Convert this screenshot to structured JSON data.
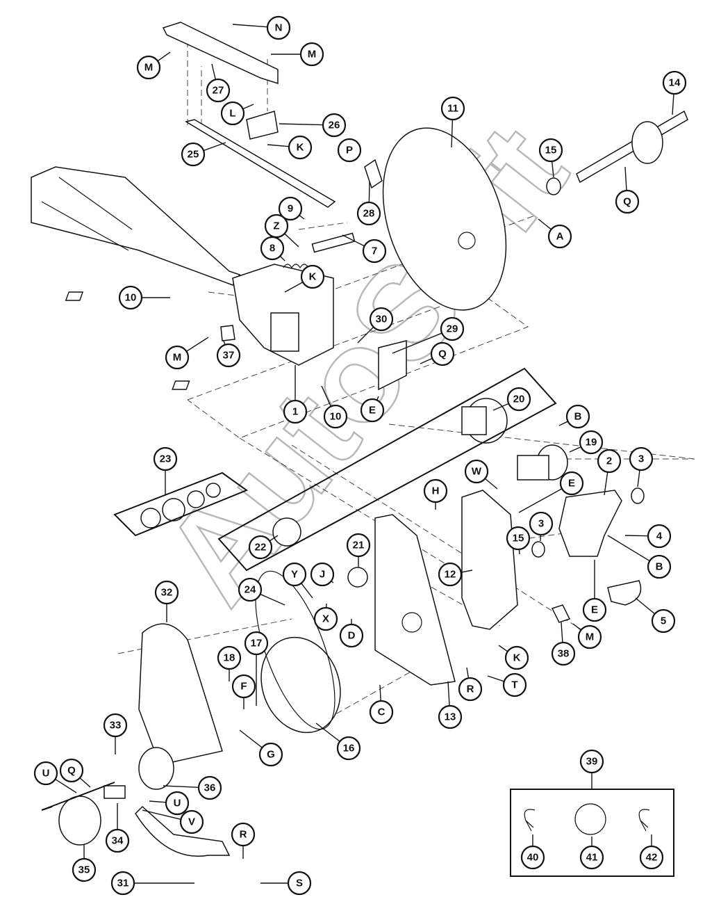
{
  "watermark": "AutoSoft",
  "colors": {
    "ink": "#111111",
    "paper": "#ffffff",
    "watermark": "#b8b8b8"
  },
  "callouts": {
    "N": "N",
    "M1": "M",
    "M2": "M",
    "M3": "M",
    "M4": "M",
    "L": "L",
    "K1": "K",
    "K2": "K",
    "K3": "K",
    "P": "P",
    "Q1": "Q",
    "Q2": "Q",
    "Q3": "Q",
    "A": "A",
    "B1": "B",
    "B2": "B",
    "C": "C",
    "D": "D",
    "E1": "E",
    "E2": "E",
    "E3": "E",
    "F": "F",
    "G": "G",
    "H": "H",
    "J": "J",
    "R1": "R",
    "R2": "R",
    "S": "S",
    "T": "T",
    "U1": "U",
    "U2": "U",
    "V": "V",
    "W": "W",
    "X": "X",
    "Y": "Y",
    "Z": "Z",
    "n1": "1",
    "n2": "2",
    "n3a": "3",
    "n3b": "3",
    "n4": "4",
    "n5": "5",
    "n7": "7",
    "n8": "8",
    "n9": "9",
    "n10a": "10",
    "n10b": "10",
    "n11": "11",
    "n12": "12",
    "n13": "13",
    "n14": "14",
    "n15a": "15",
    "n15b": "15",
    "n16": "16",
    "n17": "17",
    "n18": "18",
    "n19": "19",
    "n20": "20",
    "n21": "21",
    "n22": "22",
    "n23": "23",
    "n24": "24",
    "n25": "25",
    "n26": "26",
    "n27": "27",
    "n28": "28",
    "n29": "29",
    "n30": "30",
    "n31": "31",
    "n32": "32",
    "n33": "33",
    "n34": "34",
    "n35": "35",
    "n36": "36",
    "n37": "37",
    "n38": "38",
    "n39": "39",
    "n40": "40",
    "n41": "41",
    "n42": "42"
  }
}
